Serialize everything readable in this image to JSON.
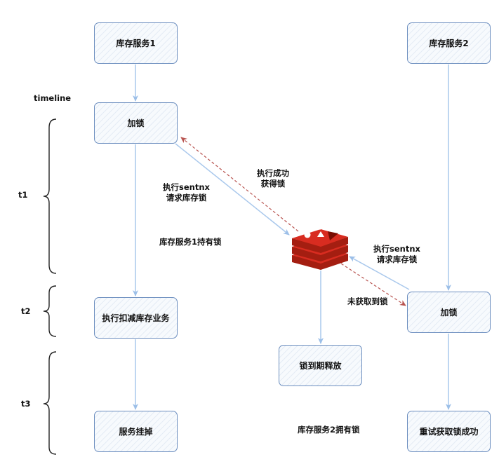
{
  "nodes": {
    "service1": "库存服务1",
    "service2": "库存服务2",
    "lock1": "加锁",
    "deduct": "执行扣减库存业务",
    "crash": "服务挂掉",
    "lock2": "加锁",
    "expire": "锁到期释放",
    "retry": "重试获取锁成功"
  },
  "labels": {
    "timeline": "timeline",
    "t1": "t1",
    "t2": "t2",
    "t3": "t3",
    "exec1_line1": "执行sentnx",
    "exec1_line2": "请求库存锁",
    "success_line1": "执行成功",
    "success_line2": "获得锁",
    "holds_lock": "库存服务1持有锁",
    "exec2_line1": "执行sentnx",
    "exec2_line2": "请求库存锁",
    "not_acquired": "未获取到锁",
    "service2_holds": "库存服务2拥有锁"
  },
  "icons": {
    "redis": "redis-logo-icon"
  },
  "colors": {
    "box_border": "#6c8ebf",
    "arrow_blue": "#a9c8ec",
    "arrow_red": "#b85450",
    "brace": "#222222",
    "redis_red": "#d82c20"
  }
}
